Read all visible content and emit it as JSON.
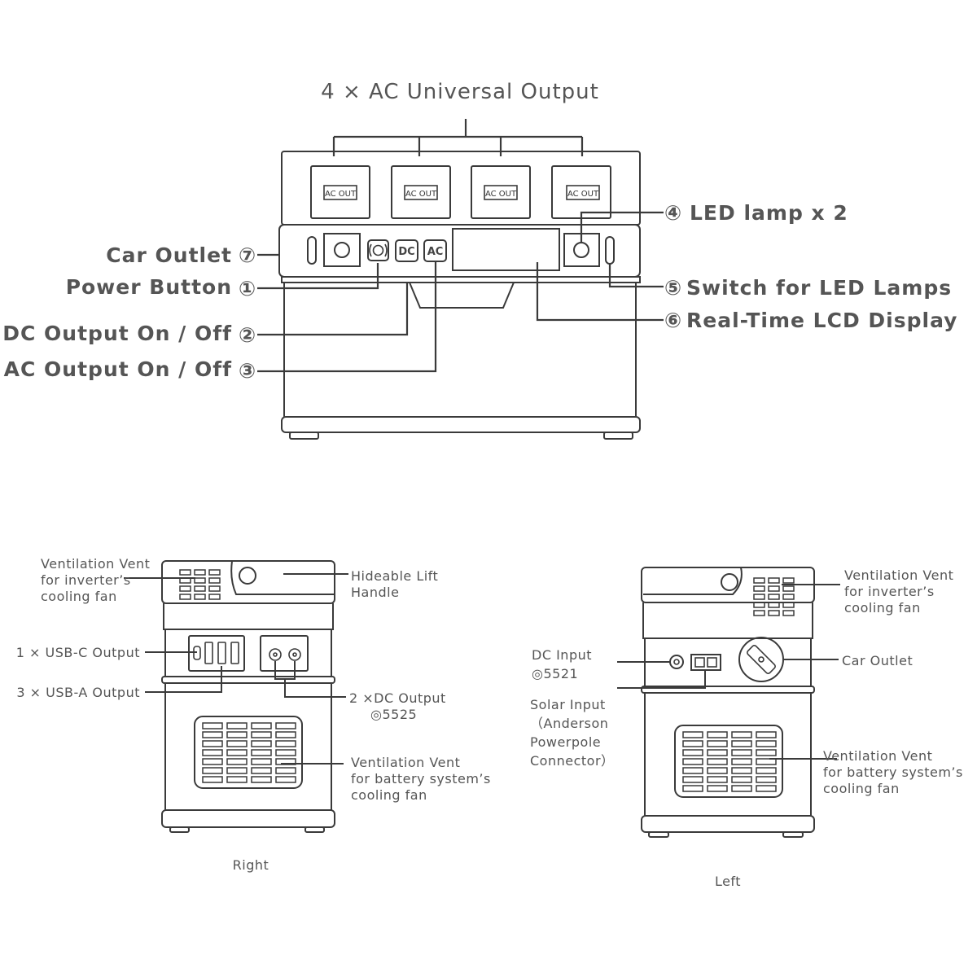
{
  "front_view": {
    "title": "4 × AC Universal Output",
    "ac_port_label": "AC OUT",
    "button_dc": "DC",
    "button_ac": "AC",
    "callouts_left": [
      {
        "text": "Car Outlet",
        "mark": "⑦"
      },
      {
        "text": "Power Button",
        "mark": "①"
      },
      {
        "text": "DC Output On / Off",
        "mark": "②"
      },
      {
        "text": "AC Output  On / Off",
        "mark": "③"
      }
    ],
    "callouts_right": [
      {
        "text": "LED lamp x 2",
        "mark": "④"
      },
      {
        "text": "Switch for LED Lamps",
        "mark": "⑤"
      },
      {
        "text": "Real-Time LCD Display",
        "mark": "⑥"
      }
    ]
  },
  "right_view": {
    "caption": "Right",
    "vent_top": [
      "Ventilation Vent",
      "for inverter’s",
      "cooling fan"
    ],
    "handle": [
      "Hideable Lift",
      "Handle"
    ],
    "usb_c": "1 × USB-C Output",
    "usb_a": "3 × USB-A Output",
    "dc_out": [
      "2 ×DC Output",
      "◎5525"
    ],
    "vent_bottom": [
      "Ventilation Vent",
      "for battery system’s",
      "cooling fan"
    ]
  },
  "left_view": {
    "caption": "Left",
    "vent_top": [
      "Ventilation Vent",
      "for inverter’s",
      "cooling fan"
    ],
    "dc_in": [
      "DC Input",
      "◎5521"
    ],
    "car_outlet": "Car Outlet",
    "solar": [
      "Solar Input",
      "（Anderson",
      "Powerpole",
      "Connector）"
    ],
    "vent_bottom": [
      "Ventilation Vent",
      "for battery system’s",
      "cooling fan"
    ]
  }
}
